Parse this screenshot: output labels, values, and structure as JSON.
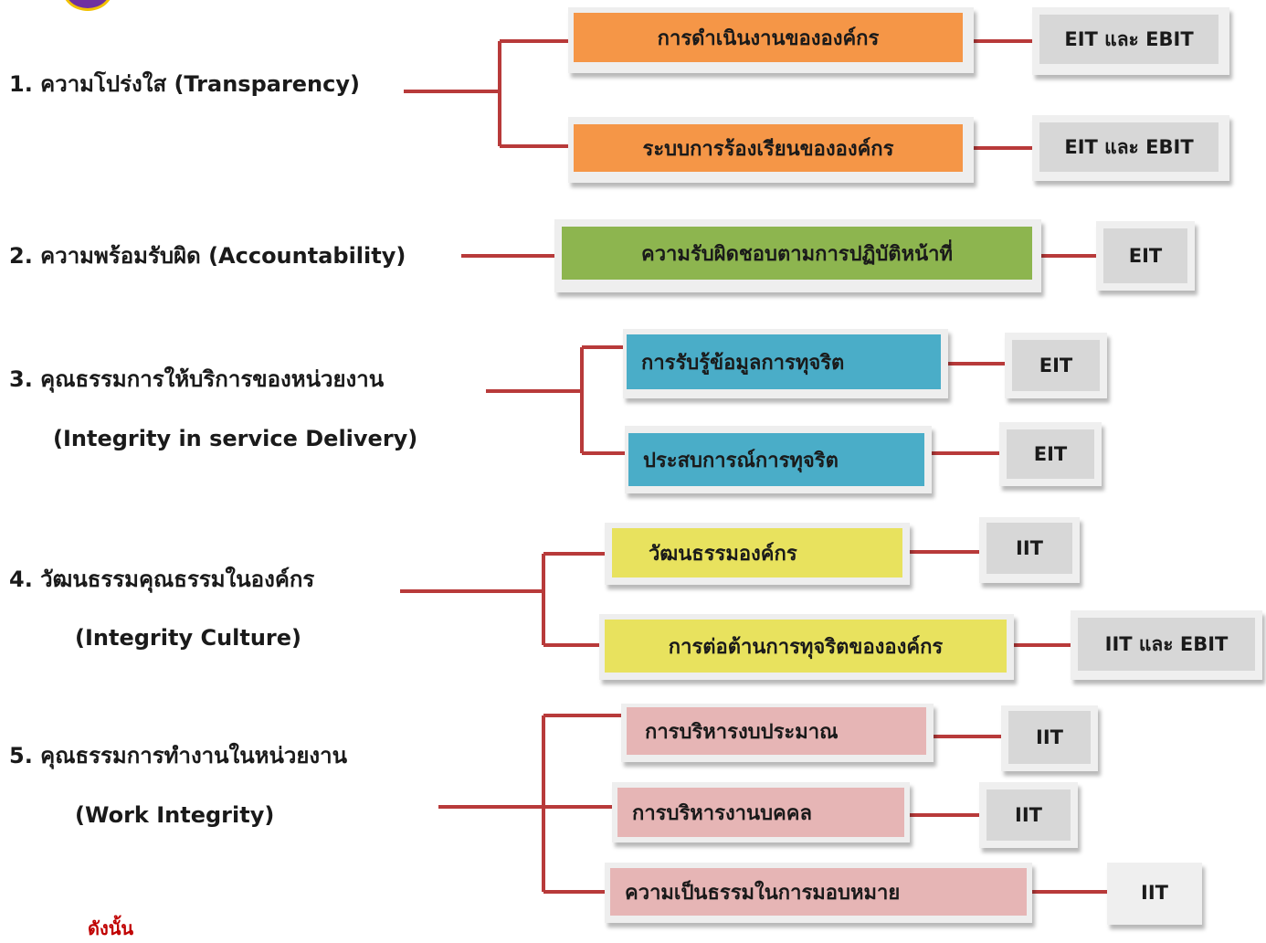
{
  "groups": [
    {
      "title": "1.  ความโปร่งใส (Transparency)",
      "subtitle": "",
      "items": [
        {
          "label": "การดำเนินงานขององค์กร",
          "tag": "EIT และ EBIT"
        },
        {
          "label": "ระบบการร้องเรียนขององค์กร",
          "tag": "EIT และ EBIT"
        }
      ]
    },
    {
      "title": "2.  ความพร้อมรับผิด (Accountability)",
      "subtitle": "",
      "items": [
        {
          "label": "ความรับผิดชอบตามการปฏิบัติหน้าที่",
          "tag": "EIT"
        }
      ]
    },
    {
      "title": "3.  คุณธรรมการให้บริการของหน่วยงาน",
      "subtitle": "(Integrity in service Delivery)",
      "items": [
        {
          "label": "การรับรู้ข้อมูลการทุจริต",
          "tag": "EIT"
        },
        {
          "label": "ประสบการณ์การทุจริต",
          "tag": "EIT"
        }
      ]
    },
    {
      "title": "4. วัฒนธรรมคุณธรรมในองค์กร",
      "subtitle": "(Integrity Culture)",
      "items": [
        {
          "label": "วัฒนธรรมองค์กร",
          "tag": "IIT"
        },
        {
          "label": "การต่อต้านการทุจริตขององค์กร",
          "tag": "IIT และ EBIT"
        }
      ]
    },
    {
      "title": "5.  คุณธรรมการทำงานในหน่วยงาน",
      "subtitle": "(Work Integrity)",
      "items": [
        {
          "label": "การบริหารงบประมาณ",
          "tag": "IIT"
        },
        {
          "label": "การบริหารงานบคคล",
          "tag": "IIT"
        },
        {
          "label": "ความเป็นธรรมในการมอบหมาย",
          "tag": "IIT"
        }
      ]
    }
  ],
  "footnote": "ดังนั้น",
  "colors": {
    "connector": "#b83a3a",
    "group1": "#f59647",
    "group2": "#8db54f",
    "group3": "#4aadc8",
    "group4": "#e8e25e",
    "group5": "#e6b5b5",
    "tag": "#d7d7d7",
    "logo": "#7030a0"
  }
}
